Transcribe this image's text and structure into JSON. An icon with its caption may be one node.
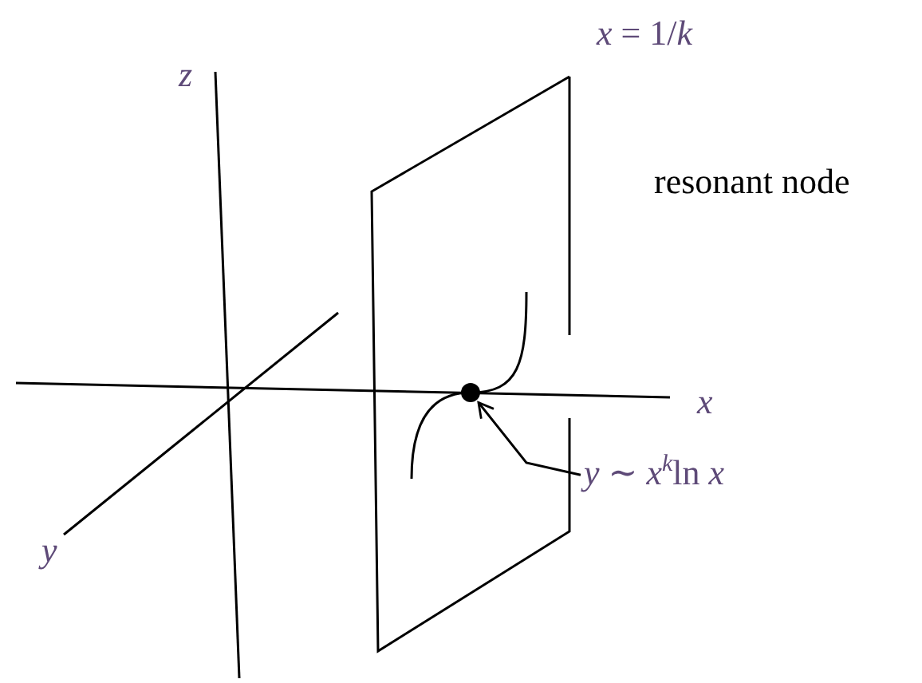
{
  "diagram": {
    "nodes": [
      {
        "text": [],
        "shape": "circle"
      },
      {
        "text": [
          "*y* ∼ *x*$^{k}$ln *x*"
        ]
      }
    ],
    "edges": [
      {
        "from": 1,
        "to": 0,
        "arrow": "to"
      }
    ],
    "labels": [
      "*x* = 1/*k*",
      "*z*",
      "resonant node",
      "*x*",
      "*y*"
    ]
  }
}
